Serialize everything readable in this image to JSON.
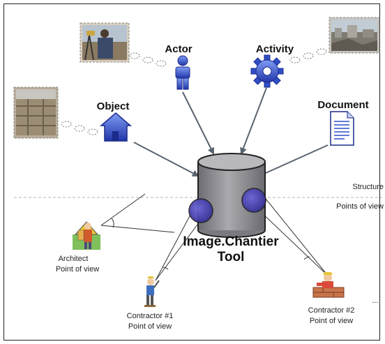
{
  "labels": {
    "actor": "Actor",
    "activity": "Activity",
    "object": "Object",
    "document": "Document",
    "structure": "Structure",
    "points_of_view": "Points of view",
    "central_line1": "Image.Chantier",
    "central_line2": "Tool",
    "architect_line1": "Architect",
    "architect_line2": "Point of view",
    "contractor1_line1": "Contractor #1",
    "contractor1_line2": "Point of view",
    "contractor2_line1": "Contractor #2",
    "contractor2_line2": "Point of view",
    "ellipsis": "..."
  },
  "icons": {
    "actor": "person-icon",
    "activity": "gear-icon",
    "object": "house-icon",
    "document": "document-icon",
    "architect": "architect-icon",
    "contractor1": "worker-icon",
    "contractor2": "mason-icon",
    "central": "cylinder-icon"
  },
  "colors": {
    "icon_blue": "#2f4fc8",
    "cylinder": "#8a8a8f",
    "lens_blue": "#4a45b8",
    "arrow": "#59636f"
  }
}
